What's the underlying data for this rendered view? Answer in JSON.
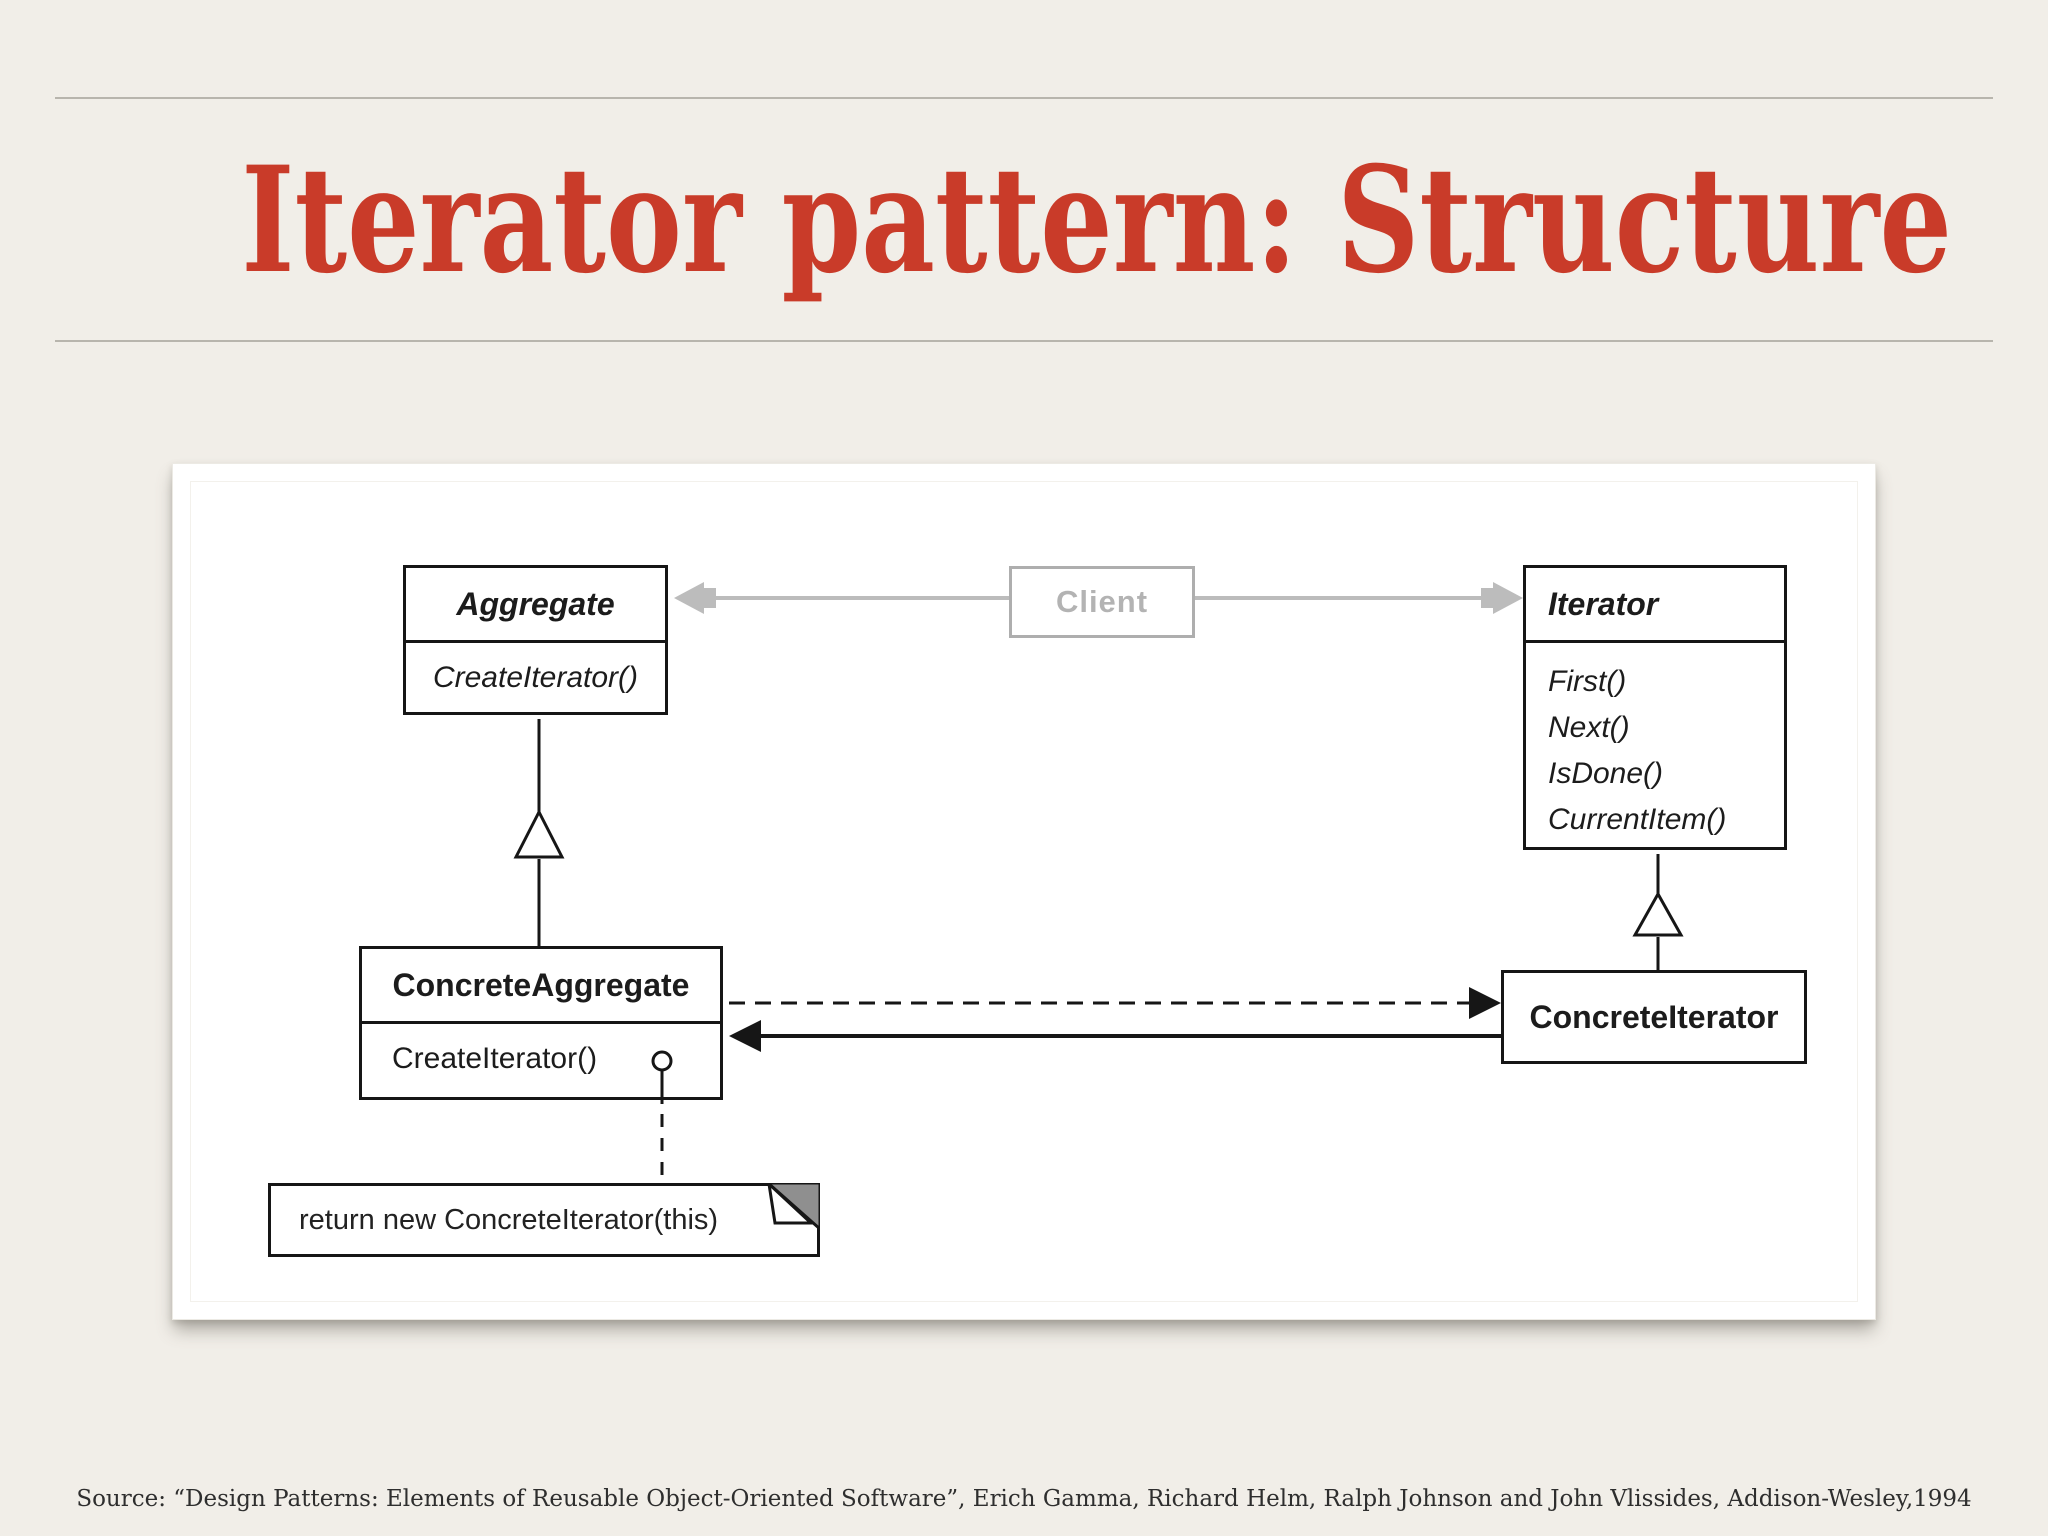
{
  "slide": {
    "title": "Iterator pattern: Structure",
    "source": "Source: “Design Patterns: Elements of Reusable Object-Oriented Software”, Erich Gamma, Richard Helm, Ralph Johnson and John Vlissides, Addison-Wesley,1994",
    "accent_color": "#c93b29",
    "background_color": "#f1eee8"
  },
  "diagram": {
    "classes": {
      "aggregate": {
        "name": "Aggregate",
        "abstract": true,
        "methods": [
          "CreateIterator()"
        ]
      },
      "client": {
        "name": "Client"
      },
      "iterator": {
        "name": "Iterator",
        "abstract": true,
        "methods": [
          "First()",
          "Next()",
          "IsDone()",
          "CurrentItem()"
        ]
      },
      "concrete_aggregate": {
        "name": "ConcreteAggregate",
        "methods": [
          "CreateIterator()"
        ]
      },
      "concrete_iterator": {
        "name": "ConcreteIterator"
      }
    },
    "note": {
      "text": "return new ConcreteIterator(this)"
    },
    "colors": {
      "diagram_line": "#161616",
      "client_gray": "#b3b3b3",
      "association_gray": "#bcbcbc",
      "note_fold_gray": "#8f8f8f"
    }
  }
}
